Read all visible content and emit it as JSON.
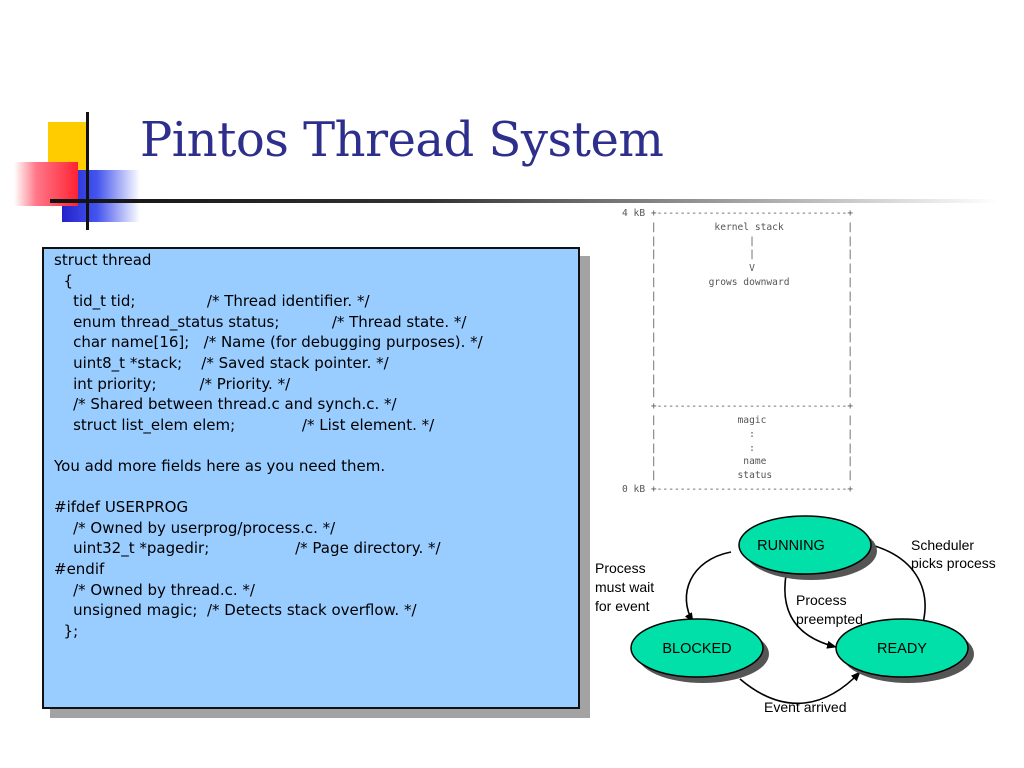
{
  "slide": {
    "title": "Pintos Thread System"
  },
  "code": {
    "lines": [
      "struct thread",
      "  {",
      "    tid_t tid;               /* Thread identifier. */",
      "    enum thread_status status;           /* Thread state. */",
      "    char name[16];   /* Name (for debugging purposes). */",
      "    uint8_t *stack;    /* Saved stack pointer. */",
      "    int priority;         /* Priority. */",
      "    /* Shared between thread.c and synch.c. */",
      "    struct list_elem elem;              /* List element. */",
      "",
      "You add more fields here as you need them.",
      "",
      "#ifdef USERPROG",
      "    /* Owned by userprog/process.c. */",
      "    uint32_t *pagedir;                  /* Page directory. */",
      "#endif",
      "    /* Owned by thread.c. */",
      "    unsigned magic;  /* Detects stack overflow. */",
      "  };"
    ]
  },
  "stack_diagram": {
    "lines": [
      "4 kB +---------------------------------+",
      "     |          kernel stack           |",
      "     |                |                |",
      "     |                |                |",
      "     |                V                |",
      "     |         grows downward          |",
      "     |                                 |",
      "     |                                 |",
      "     |                                 |",
      "     |                                 |",
      "     |                                 |",
      "     |                                 |",
      "     |                                 |",
      "     |                                 |",
      "     +---------------------------------+",
      "     |              magic              |",
      "     |                :                |",
      "     |                :                |",
      "     |               name              |",
      "     |              status             |",
      "0 kB +---------------------------------+"
    ]
  },
  "state_diagram": {
    "states": {
      "running": "RUNNING",
      "blocked": "BLOCKED",
      "ready": "READY"
    },
    "transitions": {
      "must_wait_1": "Process",
      "must_wait_2": "must wait",
      "must_wait_3": "for event",
      "preempted_1": "Process",
      "preempted_2": "preempted",
      "scheduler_1": "Scheduler",
      "scheduler_2": "picks process",
      "event_arrived": "Event arrived"
    },
    "colors": {
      "state_fill": "#00e0a8",
      "state_shadow": "#555555",
      "stroke": "#000000"
    }
  }
}
